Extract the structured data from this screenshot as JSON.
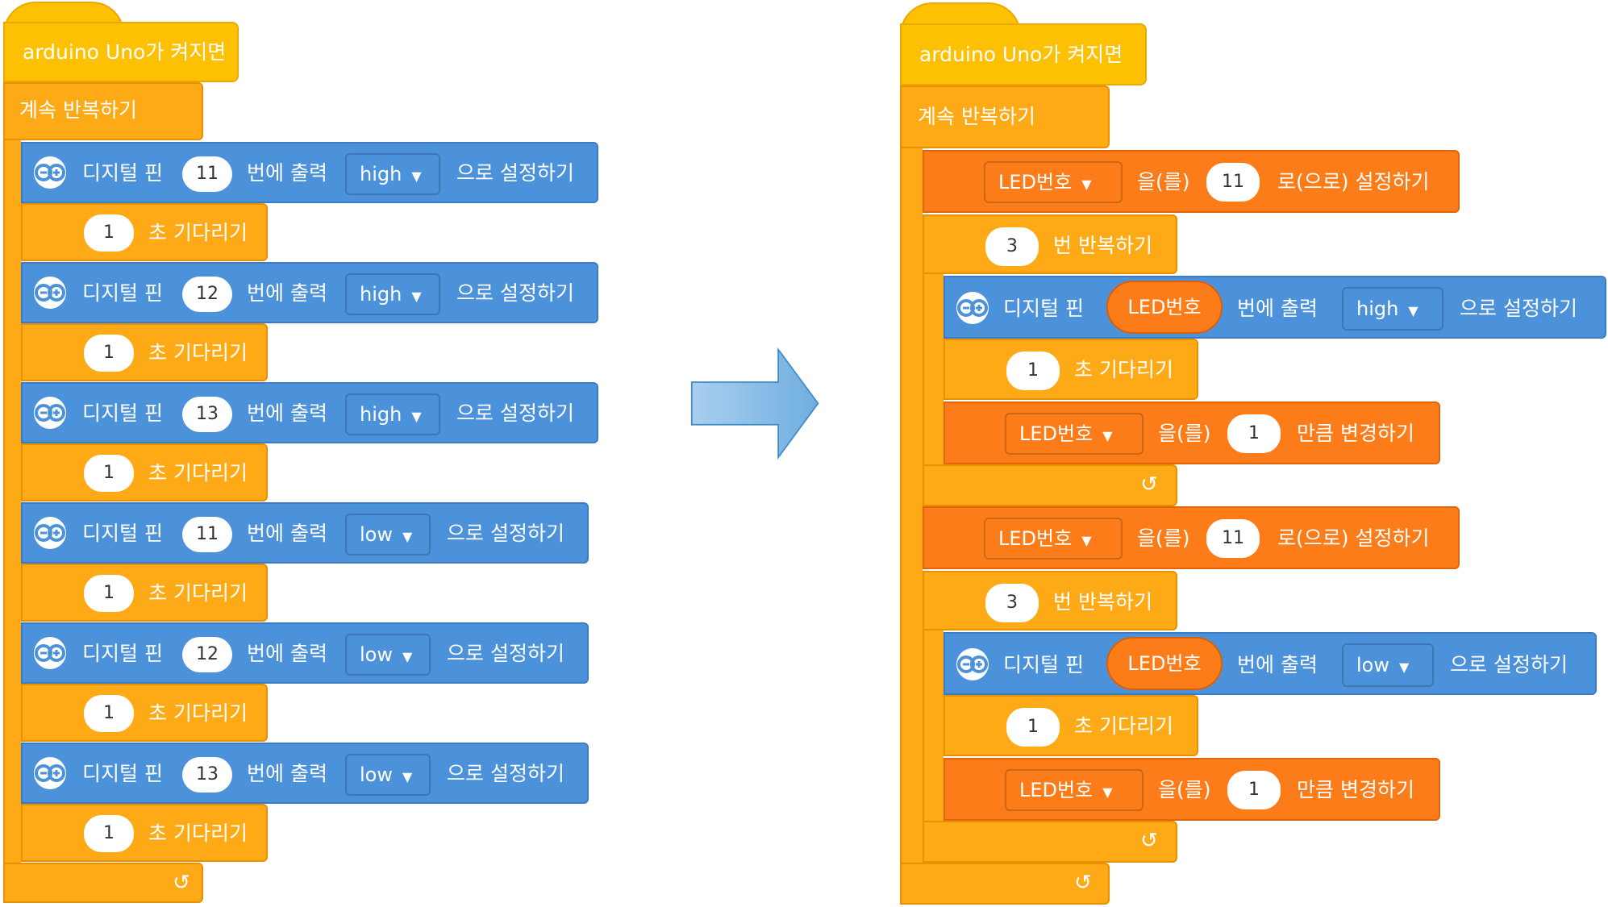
{
  "hat_label": "arduino Uno가 켜지면",
  "forever_label": "계속 반복하기",
  "digital_pin_label": "디지털 핀",
  "output_label": "번에 출력",
  "set_label": "으로 설정하기",
  "wait_label": "초 기다리기",
  "set_var_mid": "을(를)",
  "set_var_end": "로(으로) 설정하기",
  "repeat_label": "번 반복하기",
  "change_end": "만큼 변경하기",
  "var_name": "LED번호",
  "loop_glyph": "↺",
  "colors": {
    "hat": "#FEC003",
    "control": "#FEAA16",
    "arduino": "#4C92DB",
    "variable": "#FC7C1A",
    "arrow": "#7EB6E3"
  },
  "left": {
    "steps": [
      {
        "pin": "11",
        "mode": "high",
        "wait": "1"
      },
      {
        "pin": "12",
        "mode": "high",
        "wait": "1"
      },
      {
        "pin": "13",
        "mode": "high",
        "wait": "1"
      },
      {
        "pin": "11",
        "mode": "low",
        "wait": "1"
      },
      {
        "pin": "12",
        "mode": "low",
        "wait": "1"
      },
      {
        "pin": "13",
        "mode": "low",
        "wait": "1"
      }
    ]
  },
  "right": {
    "loops": [
      {
        "init": "11",
        "count": "3",
        "mode": "high",
        "wait": "1",
        "change": "1"
      },
      {
        "init": "11",
        "count": "3",
        "mode": "low",
        "wait": "1",
        "change": "1"
      }
    ]
  }
}
